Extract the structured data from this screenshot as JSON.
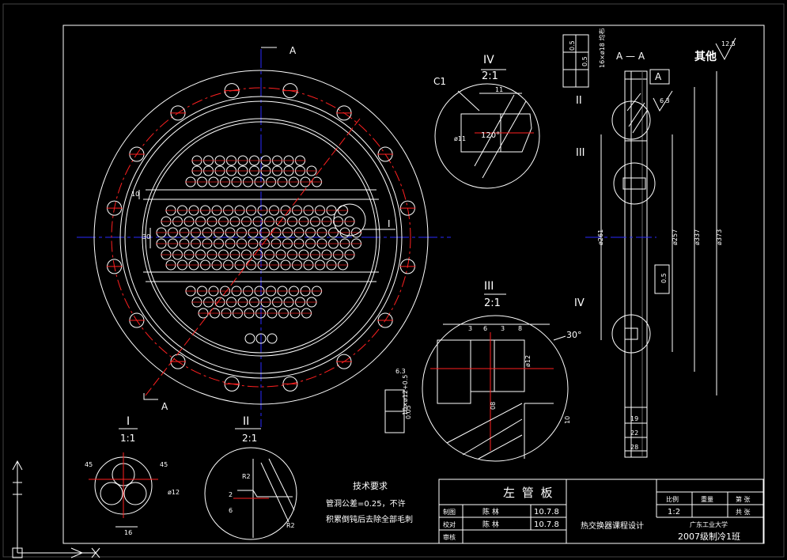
{
  "colors": {
    "background": "#000000",
    "line": "#ffffff",
    "center": "#2a2aff",
    "hidden": "#ff2020"
  },
  "views": {
    "section_aa": "A — A",
    "cut_label_top": "A",
    "cut_label_bottom": "A",
    "detail_i_marker": "I",
    "detail_ii_marker": "II",
    "detail_iii_marker": "III",
    "detail_iv_marker": "IV"
  },
  "details": {
    "iv": {
      "roman": "IV",
      "scale": "2:1",
      "chamfer": "C1",
      "dim_width": "11",
      "dim_dia": "ø11",
      "angle": "120°"
    },
    "iii": {
      "roman": "III",
      "scale": "2:1",
      "dims": [
        "3",
        "6",
        "3",
        "8"
      ],
      "angle": "30°",
      "roughness": "6.3",
      "tol_value": "0.05",
      "tol_note": "10×ø12+0.5",
      "dia": "ø12",
      "depth": "10",
      "bottom": "08"
    },
    "i": {
      "roman": "I",
      "scale": "1:1",
      "dim_a": "45",
      "dim_b": "45",
      "dia": "ø12",
      "width": "16"
    },
    "ii": {
      "roman": "II",
      "scale": "2:1",
      "dim_a": "R2",
      "dim_b": "2",
      "dim_c": "6",
      "dim_d": "R2"
    }
  },
  "main_view": {
    "dim_gap": "10",
    "dim_row": "30"
  },
  "section": {
    "tol_a": "0.5",
    "tol_b": "0.5",
    "tol_note": "16×ø18 均布",
    "datum": "A",
    "others": "其他",
    "roughness_top": "12.5",
    "roughness_side": "6.3",
    "flat": "0.5",
    "dia_261": "ø261",
    "dia_257": "ø257",
    "dia_337": "ø337",
    "dia_373": "ø373",
    "w19": "19",
    "w22": "22",
    "w28": "28"
  },
  "tech_req": {
    "title": "技术要求",
    "line1": "管洞公差=0.25，不许",
    "line2": "积累倒钝后去除全部毛刺"
  },
  "title_block": {
    "part_name": "左 管 板",
    "drawn_by": "制图",
    "drawn_name": "陈 林",
    "drawn_date": "10.7.8",
    "checked_by": "校对",
    "checked_name": "陈 林",
    "checked_date": "10.7.8",
    "reviewed_by": "审核",
    "project": "热交换器课程设计",
    "scale_label": "比例",
    "scale_value": "1:2",
    "weight_label": "重量",
    "sheet_label": "第 张",
    "sheets_label": "共 张",
    "school": "广东工业大学",
    "class": "2007级制冷1班"
  }
}
